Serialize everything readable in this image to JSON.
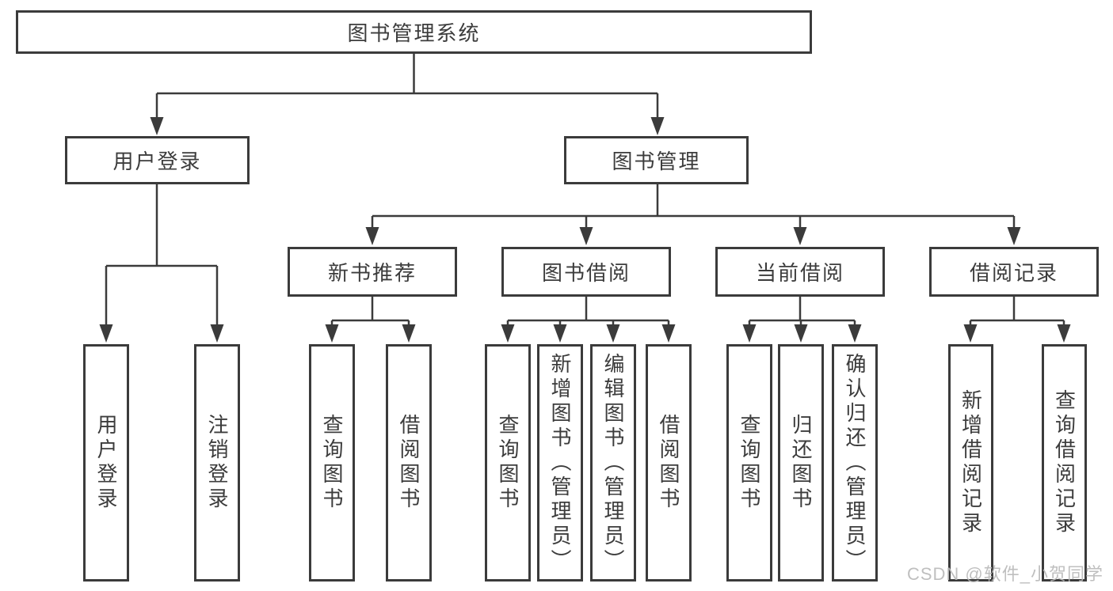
{
  "tree": {
    "root": "图书管理系统",
    "branches": [
      {
        "label": "用户登录",
        "leaves": [
          "用户登录",
          "注销登录"
        ]
      },
      {
        "label": "图书管理",
        "groups": [
          {
            "label": "新书推荐",
            "leaves": [
              "查询图书",
              "借阅图书"
            ]
          },
          {
            "label": "图书借阅",
            "leaves": [
              "查询图书",
              "新增图书（管理员）",
              "编辑图书（管理员）",
              "借阅图书"
            ]
          },
          {
            "label": "当前借阅",
            "leaves": [
              "查询图书",
              "归还图书",
              "确认归还（管理员）"
            ]
          },
          {
            "label": "借阅记录",
            "leaves": [
              "新增借阅记录",
              "查询借阅记录"
            ]
          }
        ]
      }
    ]
  },
  "watermark": "CSDN @软件_小贺同学",
  "colors": {
    "line": "#3b3b3b",
    "text": "#3c3c3c",
    "watermark": "#b9b9b9",
    "background": "#ffffff"
  }
}
